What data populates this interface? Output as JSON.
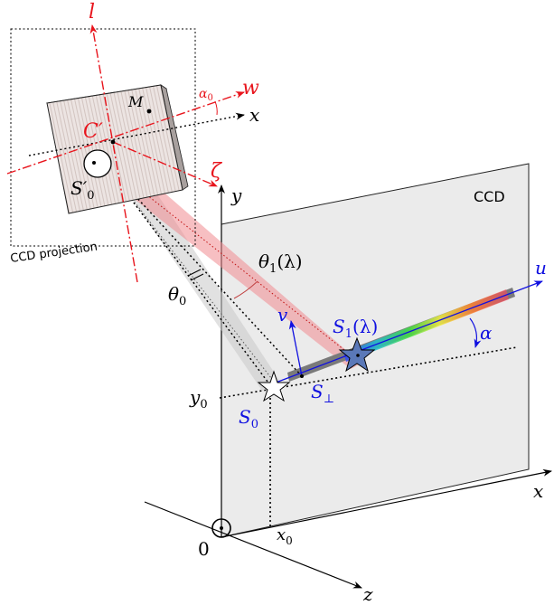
{
  "colors": {
    "axis": "#000000",
    "red": "#e8141c",
    "blue": "#1010e0",
    "panel_fill": "#ebebeb",
    "panel_stroke": "#222222",
    "sensor_fill": "#e9e1df",
    "beam_red": "#f08a8f",
    "beam_gray": "#c8c8c8"
  },
  "labels": {
    "axis_y": "y",
    "axis_x": "x",
    "axis_z": "z",
    "origin": "0",
    "x0": "x",
    "x0_sub": "0",
    "y0": "y",
    "y0_sub": "0",
    "ccd": "CCD",
    "ccd_projection": "CCD projection",
    "axis_u": "u",
    "axis_v": "v",
    "alpha": "α",
    "s0": "S",
    "s0_sub": "0",
    "s1": "S",
    "s1_sub": "1",
    "s1_arg": "(λ)",
    "s_perp": "S",
    "s_perp_sub": "⊥",
    "theta0": "θ",
    "theta0_sub": "0",
    "theta1": "θ",
    "theta1_sub": "1",
    "theta1_arg": "(λ)",
    "l": "l",
    "w": "w",
    "zeta": "ζ",
    "alpha0": "α",
    "alpha0_sub": "0",
    "c_prime": "C′",
    "m": "M",
    "s0_prime": "S′",
    "s0_prime_sub": "0",
    "proj_x": "x"
  }
}
